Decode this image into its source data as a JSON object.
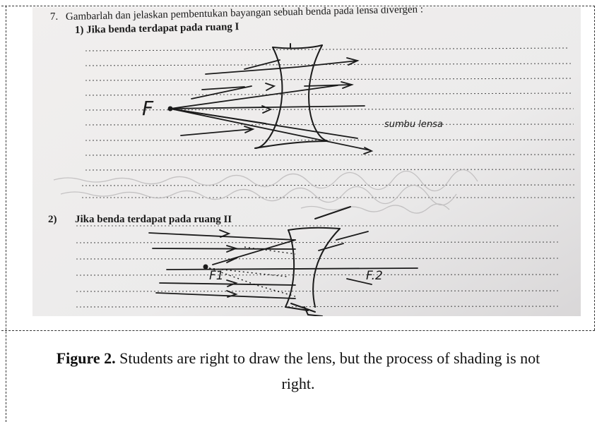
{
  "worksheet": {
    "question_number": "7.",
    "question_text": "Gambarlah dan jelaskan pembentukan bayangan sebuah benda pada lensa divergen :",
    "part1": "1) Jika benda terdapat pada ruang I",
    "part2_number": "2)",
    "part2_text": "Jika benda terdapat pada ruang II",
    "handwriting": {
      "focus_1": "F",
      "axis_label": "sumbu lensa",
      "focus_f1": "F1",
      "focus_f2": "F.2"
    }
  },
  "caption": {
    "label": "Figure 2.",
    "text": "Students are right to draw the lens, but the process of shading is not right."
  },
  "colors": {
    "paper": "#eeecec",
    "ink": "#1b1b1b",
    "dotted_line": "#555555"
  }
}
